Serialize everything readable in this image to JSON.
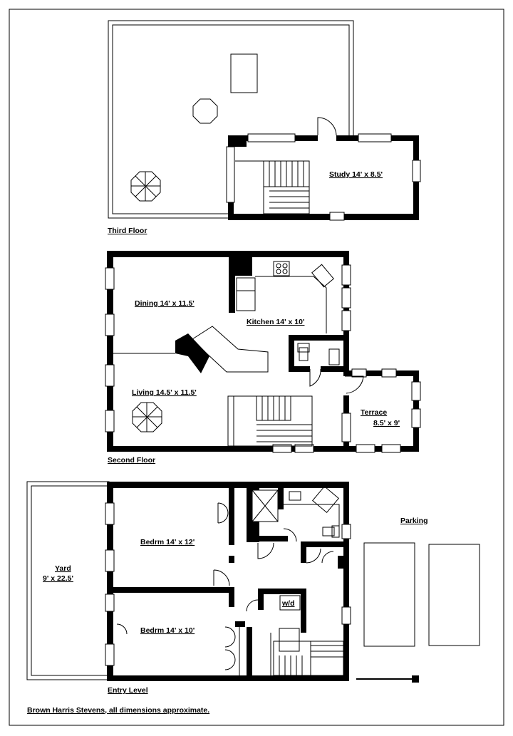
{
  "floors": {
    "third": {
      "caption": "Third Floor",
      "rooms": [
        {
          "name": "Study 14' x 8.5'"
        }
      ]
    },
    "second": {
      "caption": "Second Floor",
      "rooms": [
        {
          "name": "Dining 14' x 11.5'"
        },
        {
          "name": "Kitchen 14' x 10'"
        },
        {
          "name": "Living 14.5' x 11.5'"
        },
        {
          "name": "Terrace"
        },
        {
          "name": "8.5' x 9'"
        }
      ]
    },
    "entry": {
      "caption": "Entry Level",
      "rooms": [
        {
          "name": "Bedrm 14' x 12'"
        },
        {
          "name": "Bedrm 14' x 10'"
        },
        {
          "name": "Yard"
        },
        {
          "name": "9' x 22.5'"
        },
        {
          "name": "w/d"
        },
        {
          "name": "Parking"
        }
      ]
    }
  },
  "footer": "Brown Harris Stevens, all dimensions approximate."
}
